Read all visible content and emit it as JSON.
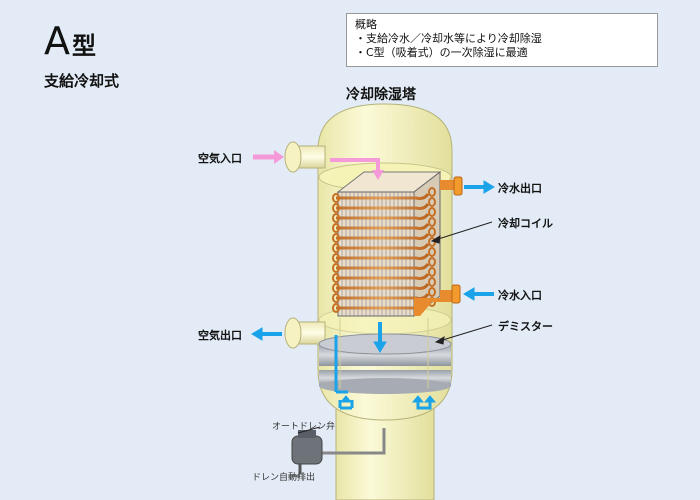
{
  "title": {
    "main": "A",
    "main_suffix": "型",
    "subtitle": "支給冷却式"
  },
  "overview": {
    "heading": "概略",
    "lines": [
      "・支給冷水／冷却水等により冷却除湿",
      "・C型（吸着式）の一次除湿に最適"
    ]
  },
  "tower_label": "冷却除湿塔",
  "labels": {
    "air_in": "空気入口",
    "air_out": "空気出口",
    "water_out": "冷水出口",
    "water_in": "冷水入口",
    "coil": "冷却コイル",
    "demister": "デミスター",
    "auto_drain": "オートドレン弁",
    "drain_out": "ドレン自動排出"
  },
  "colors": {
    "background": "#e3ecf6",
    "vessel": "#f7f5c8",
    "water_arrow": "#1aa3e8",
    "air_arrow": "#f49ad8",
    "coil": "#d98a3a",
    "flange": "#f39a2d"
  }
}
